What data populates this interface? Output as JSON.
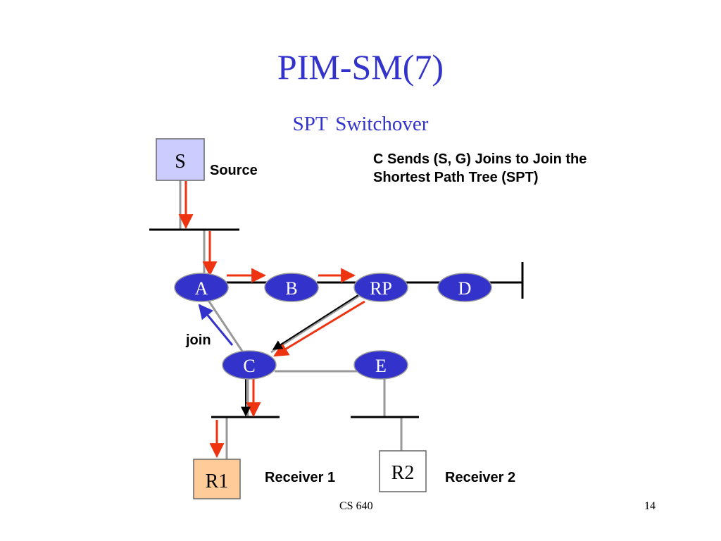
{
  "slide": {
    "title": "PIM-SM(7)",
    "subtitle": "SPT  Switchover",
    "note_line1": "C Sends (S, G) Joins to Join the",
    "note_line2": "Shortest Path Tree (SPT)",
    "footer_center": "CS 640",
    "page_number": "14"
  },
  "nodes": {
    "S": "S",
    "A": "A",
    "B": "B",
    "RP": "RP",
    "D": "D",
    "C": "C",
    "E": "E",
    "R1": "R1",
    "R2": "R2"
  },
  "labels": {
    "source": "Source",
    "join": "join",
    "receiver1": "Receiver 1",
    "receiver2": "Receiver 2"
  },
  "colors": {
    "title": "#3333cc",
    "router_fill": "#3333cc",
    "host_fill": "#ccccff",
    "r1_fill": "#ffcc99",
    "data_arrow": "#ee3311",
    "join_arrow": "#3333cc",
    "link": "#999999"
  }
}
